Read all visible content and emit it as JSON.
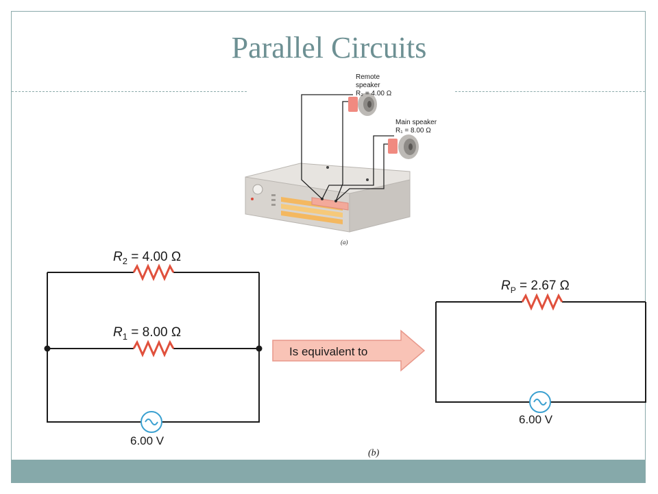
{
  "slide": {
    "title": "Parallel Circuits"
  },
  "photo": {
    "remote_speaker_line1": "Remote",
    "remote_speaker_line2": "speaker",
    "remote_speaker_value": "R₂ = 4.00 Ω",
    "main_speaker_line1": "Main speaker",
    "main_speaker_value": "R₁ = 8.00 Ω",
    "caption": "(a)"
  },
  "circuit_parallel": {
    "r2_symbol": "R",
    "r2_sub": "2",
    "r2_value": " = 4.00 Ω",
    "r1_symbol": "R",
    "r1_sub": "1",
    "r1_value": " = 8.00 Ω",
    "source_label": "6.00 V"
  },
  "arrow": {
    "label": "Is equivalent to",
    "fill": "#f9c3b6",
    "stroke": "#e8978a"
  },
  "circuit_equivalent": {
    "rp_symbol": "R",
    "rp_sub": "P",
    "rp_value": " = 2.67 Ω",
    "source_label": "6.00 V"
  },
  "figure": {
    "caption": "(b)"
  },
  "colors": {
    "accent": "#86a9aa",
    "title": "#6d9093",
    "resistor": "#e0503c",
    "source": "#3aa0d0"
  }
}
